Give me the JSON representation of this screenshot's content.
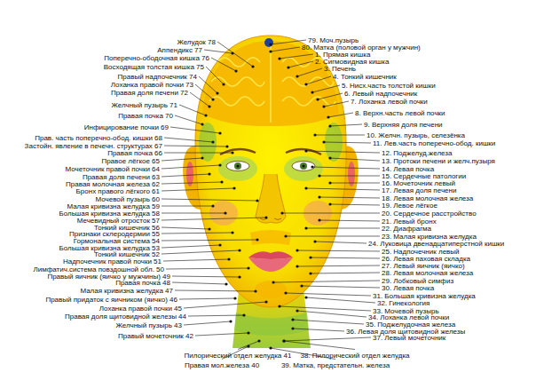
{
  "diagram": {
    "labels": [
      "Желудок 78",
      "Аппендикс 77",
      "Поперечно-ободочная кишка 76",
      "Восходящая толстая кишка 75",
      "Правый надпочечник 74",
      "Лоханка правой почки 73",
      "Правая доля печени 72",
      "Желчный пузырь 71",
      "Правая почка 70",
      "Инфицирование почки 69",
      "Прав. часть поперечно-обод. кишки 68",
      "Застойн. явление в печечн. структурах 67",
      "Правая почка 66",
      "Правое лёгкое 65",
      "Мочеточник правой почки 64",
      "Правая доля печени 63",
      "Правая молочная железа 62",
      "Бронх правого лёгкого 61",
      "Мочевой пузырь 60",
      "Малая кривизна желудка 59",
      "Большая кривизна желудка 58",
      "Мечевидный отросток 57",
      "Тонкий кишечник 56",
      "Признаки склеродермии 55",
      "Гормональная система 54",
      "Большая кривизна желудка 53",
      "Тонкий кишечник 52",
      "Надпочечник правой почки 51",
      "Лимфатич.система повздошной обл. 50",
      "Правый яичник (яичко у мужчины) 49",
      "Правая почка 48",
      "Малая кривизна желудка 47",
      "Правый придаток с яичником (яичко) 46",
      "Лоханка правой почки 45",
      "Правая доля щитовидной железы 44",
      "Желчный пузырь 43",
      "Правый мочеточник 42",
      "79. Моч.пузырь",
      "80. Матка (половой орган у мужчин)",
      "1. Прямая кишка",
      "2. Сигмовидная кишка",
      "3. Печень",
      "4. Тонкий кишечник",
      "5. Нисх.часть толстой кишки",
      "6. Левый надпочечник",
      "7. Лоханка левой почки",
      "8. Верхн.часть левой почки",
      "9. Верхняя доля печени",
      "10. Желчн. пузырь, селезёнка",
      "11. Лев.часть поперечно-обод. кишки",
      "12. Поджелуд.железа",
      "13. Протоки печени и желч.пузыря",
      "14. Левая почка",
      "15. Сердечные патологии",
      "16. Мочеточник левый",
      "17. Левая доля печени",
      "18. Левая молочная железа",
      "19. Левое лёгкое",
      "20. Сердечное расстройство",
      "21. Левый бронх",
      "22. Диафрагма",
      "23. Малая кривизна желудка",
      "24. Луковица двенадцатиперстной кишки",
      "25. Надпочечник левый",
      "26. Левая паховая складка",
      "27. Левый яичник (яичко)",
      "28. Левая молочная железа",
      "29. Лобковый симфиз",
      "30. Левая почка",
      "31. Большая кривизна желудка",
      "32. Гинекология",
      "33. Мочевой пузырь",
      "34. Лоханка левой почки",
      "35. Поджелудочная железа",
      "36. Левая доля щитовидной железы",
      "37. Левый мочеточник",
      "Пилорический отдел желудка 41",
      "Правая мол.железа 40",
      "38. Пилорический отдел желудка",
      "39. Матка, предстательн. железа"
    ]
  }
}
